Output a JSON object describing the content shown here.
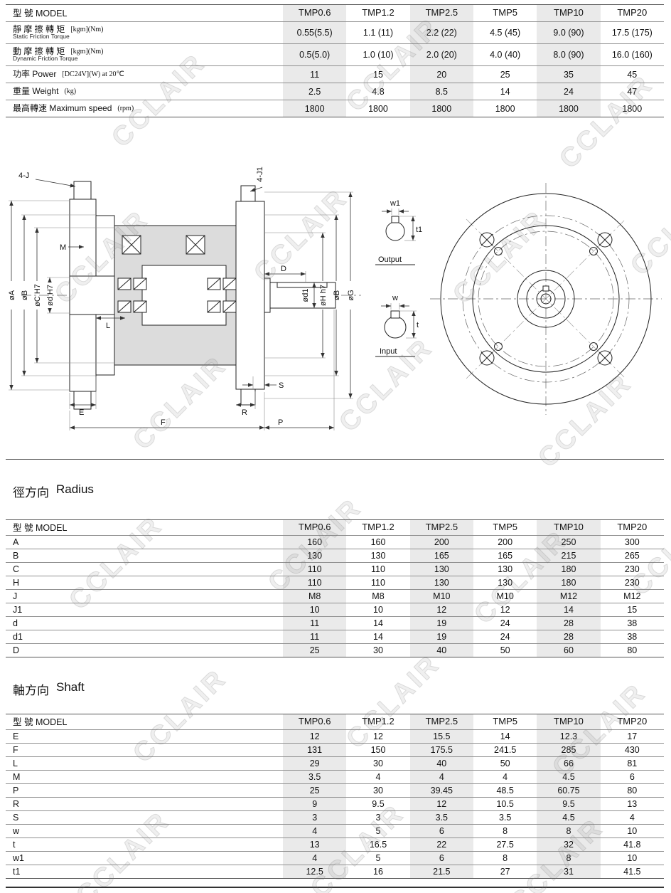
{
  "watermark": {
    "text": "CCLAIR"
  },
  "spec_table": {
    "header": [
      "型 號 MODEL",
      "TMP0.6",
      "TMP1.2",
      "TMP2.5",
      "TMP5",
      "TMP10",
      "TMP20"
    ],
    "rows": [
      {
        "zh": "靜 摩 擦 轉 矩",
        "en": "Static Friction Torque",
        "unit": "[kgm](Nm)",
        "values": [
          "0.55(5.5)",
          "1.1 (11)",
          "2.2 (22)",
          "4.5 (45)",
          "9.0 (90)",
          "17.5 (175)"
        ]
      },
      {
        "zh": "動 摩 擦 轉 矩",
        "en": "Dynamic Friction Torque",
        "unit": "[kgm](Nm)",
        "values": [
          "0.5(5.0)",
          "1.0 (10)",
          "2.0 (20)",
          "4.0 (40)",
          "8.0 (90)",
          "16.0 (160)"
        ]
      },
      {
        "zh": "功率 Power",
        "unit": "[DC24V](W) at 20℃",
        "values": [
          "11",
          "15",
          "20",
          "25",
          "35",
          "45"
        ]
      },
      {
        "zh": "重量 Weight",
        "unit": "(kg)",
        "values": [
          "2.5",
          "4.8",
          "8.5",
          "14",
          "24",
          "47"
        ]
      },
      {
        "zh": "最高轉速 Maximum speed",
        "unit": "(rpm)",
        "values": [
          "1800",
          "1800",
          "1800",
          "1800",
          "1800",
          "1800"
        ]
      }
    ]
  },
  "sections": {
    "radius": {
      "zh": "徑方向",
      "en": "Radius"
    },
    "shaft": {
      "zh": "軸方向",
      "en": "Shaft"
    }
  },
  "radius_table": {
    "header": [
      "型 號 MODEL",
      "TMP0.6",
      "TMP1.2",
      "TMP2.5",
      "TMP5",
      "TMP10",
      "TMP20"
    ],
    "rows": [
      {
        "label": "A",
        "values": [
          "160",
          "160",
          "200",
          "200",
          "250",
          "300"
        ]
      },
      {
        "label": "B",
        "values": [
          "130",
          "130",
          "165",
          "165",
          "215",
          "265"
        ]
      },
      {
        "label": "C",
        "values": [
          "110",
          "110",
          "130",
          "130",
          "180",
          "230"
        ]
      },
      {
        "label": "H",
        "values": [
          "110",
          "110",
          "130",
          "130",
          "180",
          "230"
        ]
      },
      {
        "label": "J",
        "values": [
          "M8",
          "M8",
          "M10",
          "M10",
          "M12",
          "M12"
        ]
      },
      {
        "label": "J1",
        "values": [
          "10",
          "10",
          "12",
          "12",
          "14",
          "15"
        ]
      },
      {
        "label": "d",
        "values": [
          "11",
          "14",
          "19",
          "24",
          "28",
          "38"
        ]
      },
      {
        "label": "d1",
        "values": [
          "11",
          "14",
          "19",
          "24",
          "28",
          "38"
        ]
      },
      {
        "label": "D",
        "values": [
          "25",
          "30",
          "40",
          "50",
          "60",
          "80"
        ]
      }
    ]
  },
  "shaft_table": {
    "header": [
      "型 號 MODEL",
      "TMP0.6",
      "TMP1.2",
      "TMP2.5",
      "TMP5",
      "TMP10",
      "TMP20"
    ],
    "rows": [
      {
        "label": "E",
        "values": [
          "12",
          "12",
          "15.5",
          "14",
          "12.3",
          "17"
        ]
      },
      {
        "label": "F",
        "values": [
          "131",
          "150",
          "175.5",
          "241.5",
          "285",
          "430"
        ]
      },
      {
        "label": "L",
        "values": [
          "29",
          "30",
          "40",
          "50",
          "66",
          "81"
        ]
      },
      {
        "label": "M",
        "values": [
          "3.5",
          "4",
          "4",
          "4",
          "4.5",
          "6"
        ]
      },
      {
        "label": "P",
        "values": [
          "25",
          "30",
          "39.45",
          "48.5",
          "60.75",
          "80"
        ]
      },
      {
        "label": "R",
        "values": [
          "9",
          "9.5",
          "12",
          "10.5",
          "9.5",
          "13"
        ]
      },
      {
        "label": "S",
        "values": [
          "3",
          "3",
          "3.5",
          "3.5",
          "4.5",
          "4"
        ]
      },
      {
        "label": "w",
        "values": [
          "4",
          "5",
          "6",
          "8",
          "8",
          "10"
        ]
      },
      {
        "label": "t",
        "values": [
          "13",
          "16.5",
          "22",
          "27.5",
          "32",
          "41.8"
        ]
      },
      {
        "label": "w1",
        "values": [
          "4",
          "5",
          "6",
          "8",
          "8",
          "10"
        ]
      },
      {
        "label": "t1",
        "values": [
          "12.5",
          "16",
          "21.5",
          "27",
          "31",
          "41.5"
        ]
      }
    ]
  },
  "diagram": {
    "labels": {
      "fourJ": "4-J",
      "fourJ1": "4-J1",
      "M": "M",
      "L": "L",
      "D": "D",
      "od1": "ød1",
      "oA": "øA",
      "oB": "øB",
      "oC": "øC H7",
      "od": "ød H7",
      "oH": "øH h7",
      "oB2": "øB",
      "oG": "øG",
      "S": "S",
      "E": "E",
      "R": "R",
      "F": "F",
      "P": "P",
      "w1": "w1",
      "t1": "t1",
      "w": "w",
      "t": "t",
      "output": "Output",
      "input": "Input"
    }
  }
}
